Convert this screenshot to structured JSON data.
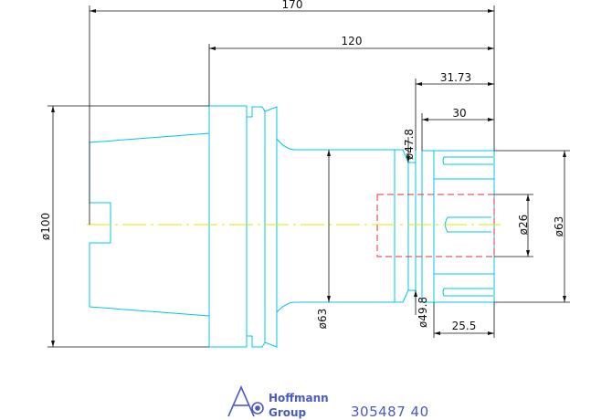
{
  "drawing": {
    "colors": {
      "part": "#00c8e6",
      "dimension": "#111111",
      "hidden": "#e0303a",
      "centerline": "#e6e600",
      "logo": "#4a59c8"
    },
    "dimensions": {
      "overall_length": "170",
      "flange_to_end": "120",
      "collet_section": "31.73",
      "nut_length": "30",
      "neck_diameter": "ø47.8",
      "groove_diameter": "ø49.8",
      "flange_diameter": "ø100",
      "shank_diameter": "ø63",
      "bore_diameter": "ø26",
      "nut_diameter": "ø63",
      "nut_width": "25.5"
    },
    "logo": {
      "line1": "Hoffmann",
      "line2": "Group"
    },
    "part_number": "305487 40"
  }
}
